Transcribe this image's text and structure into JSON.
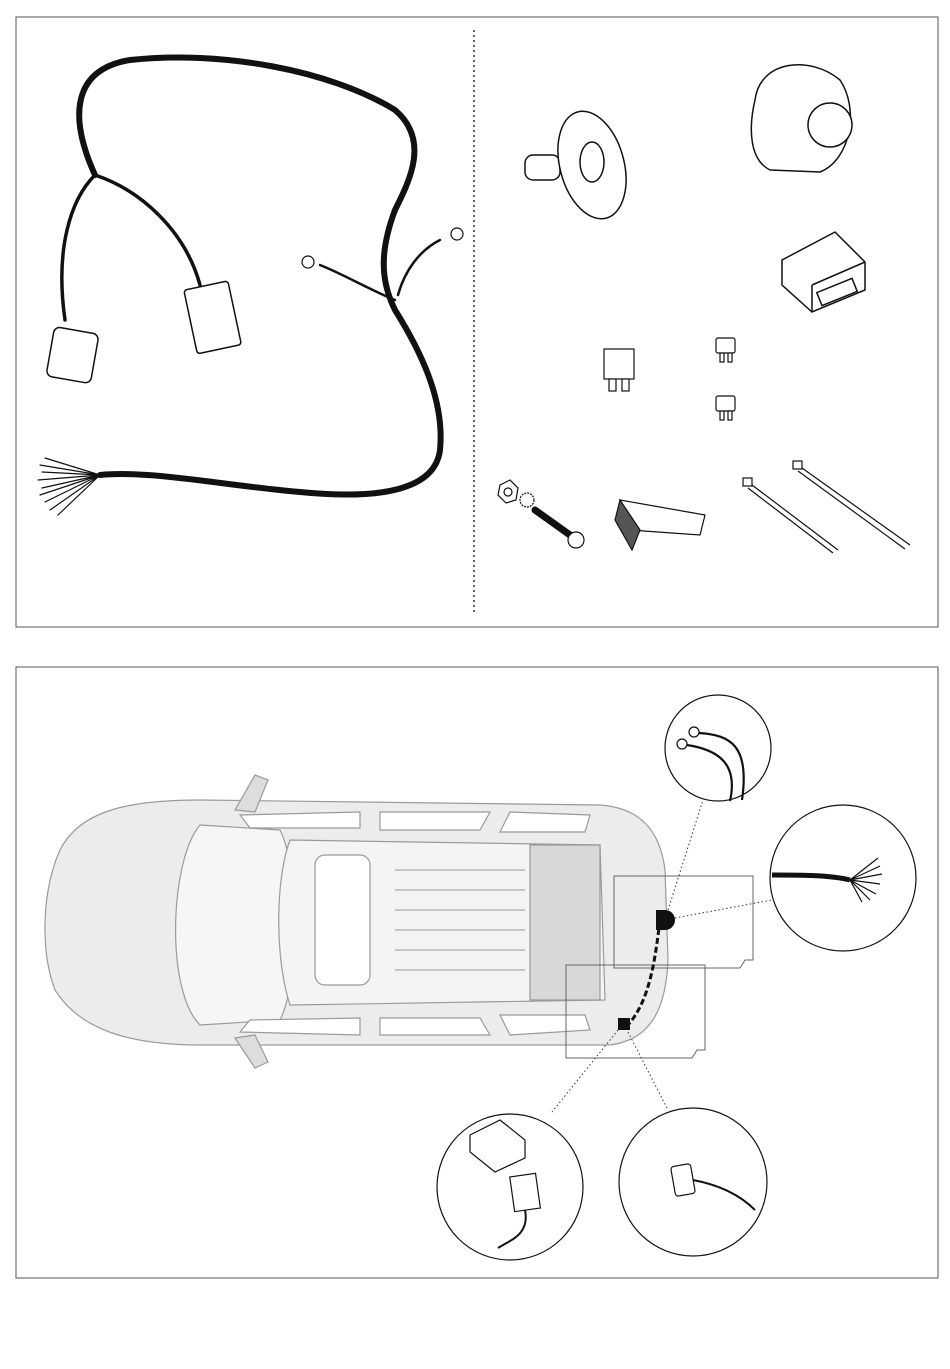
{
  "colors": {
    "line": "#1a1a1a",
    "panel_border": "#555555",
    "car_fill": "#e6e6e6",
    "car_stroke": "#9a9a9a",
    "background": "#ffffff"
  },
  "icons": [
    "wiring-harness",
    "socket-mount",
    "tow-bar-socket",
    "control-module",
    "fuse",
    "mini-fuse",
    "bolt-nut-washer",
    "adhesive-pad",
    "cable-tie",
    "car-top-view"
  ]
}
